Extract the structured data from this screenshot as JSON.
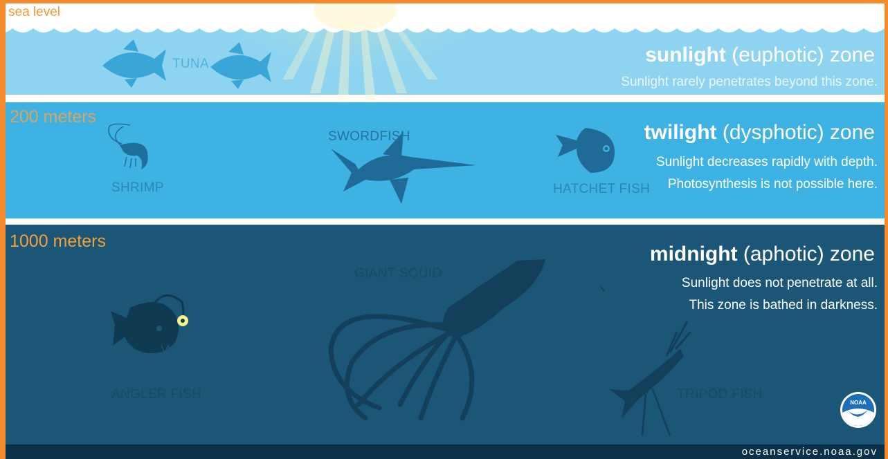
{
  "depths": {
    "sea_level": "sea level",
    "m200": "200 meters",
    "m1000": "1000  meters"
  },
  "zones": [
    {
      "bold": "sunlight",
      "rest": " (euphotic) zone",
      "description": [
        "Sunlight rarely penetrates beyond this zone."
      ]
    },
    {
      "bold": "twilight",
      "rest": " (dysphotic) zone",
      "description": [
        "Sunlight decreases rapidly with depth.",
        "Photosynthesis is not possible here."
      ]
    },
    {
      "bold": "midnight",
      "rest": " (aphotic) zone",
      "description": [
        "Sunlight does not penetrate at all.",
        "This zone is bathed in darkness."
      ]
    }
  ],
  "creatures": {
    "tuna": "TUNA",
    "shrimp": "SHRIMP",
    "swordfish": "SWORDFISH",
    "hatchet_fish": "HATCHET FISH",
    "giant_squid": "GIANT SQUID",
    "angler_fish": "ANGLER FISH",
    "tripod_fish": "TRIPOD FISH"
  },
  "logo_text": "NOAA",
  "website": "oceanservice.noaa.gov",
  "colors": {
    "border": "#f58a2c",
    "sunlight_zone": "#8ed4f1",
    "twilight_zone": "#3fb2e4",
    "midnight_zone": "#1b5676",
    "depth_label": "#f39a3a"
  }
}
